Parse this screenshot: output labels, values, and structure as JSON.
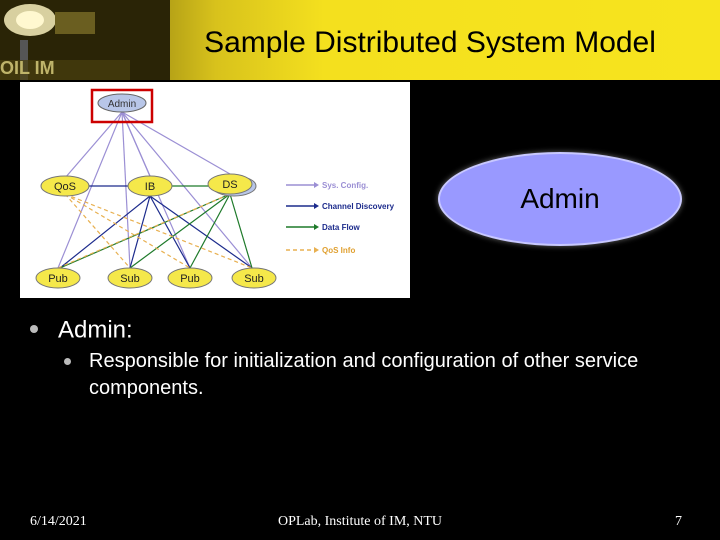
{
  "slide": {
    "title": "Sample Distributed System Model",
    "callout": "Admin",
    "bullets": [
      {
        "text": "Admin:"
      },
      {
        "text": "Responsible for initialization and configuration of other service components."
      }
    ],
    "footer": {
      "date": "6/14/2021",
      "organization": "OPLab, Institute of IM, NTU",
      "page": "7"
    }
  },
  "diagram": {
    "nodes": {
      "admin": "Admin",
      "qos": "QoS",
      "ib": "IB",
      "ds": "DS",
      "pub1": "Pub",
      "sub1": "Sub",
      "pub2": "Pub",
      "sub2": "Sub"
    },
    "legend": [
      "Sys. Config.",
      "Channel Discovery",
      "Data Flow",
      "QoS Info"
    ],
    "colors": {
      "sys_config": "#9b8fd4",
      "channel_discovery": "#1c2b8c",
      "data_flow": "#1e7a2a",
      "qos_info": "#e8b050",
      "node_fill": "#f5e84a",
      "node_fill_alt": "#b8c6e8",
      "highlight": "#cc0000"
    }
  }
}
